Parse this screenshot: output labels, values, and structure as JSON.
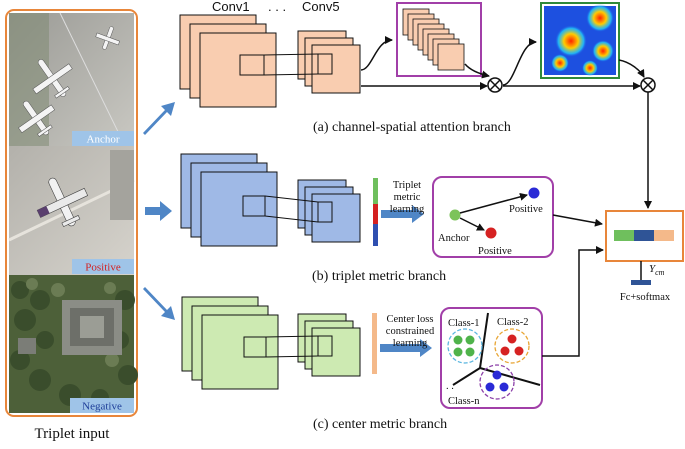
{
  "input_panel": {
    "caption": "Triplet input",
    "labels": {
      "anchor": "Anchor",
      "positive": "Positive",
      "negative": "Negative"
    }
  },
  "conv_labels": {
    "first": "Conv1",
    "dots": ". . .",
    "last": "Conv5"
  },
  "branch_a": {
    "caption": "(a)  channel-spatial attention branch"
  },
  "branch_b": {
    "caption": "(b) triplet metric  branch",
    "learning_label": [
      "Triplet",
      "metric",
      "learning"
    ],
    "embedding": {
      "anchor": "Anchor",
      "positive_top": "Positive",
      "positive_bottom": "Positive"
    }
  },
  "branch_c": {
    "caption": "(c)  center metric  branch",
    "learning_label": [
      "Center loss",
      "constrained",
      "learning"
    ],
    "classes": {
      "class1": "Class-1",
      "class2": "Class-2",
      "classn": "Class-n",
      "dots": ". ."
    }
  },
  "output": {
    "ycm_label": "Y",
    "ycm_sub": "cm",
    "fc_label": "Fc+softmax"
  },
  "colors": {
    "orange_border": "#e8863a",
    "purple_border": "#a13fa8",
    "green_border": "#2f8a3a",
    "conv_a": "#f9cdb0",
    "conv_b": "#9fb9e6",
    "conv_c": "#cdeab2",
    "arrow_blue": "#4f86c6",
    "vec_a": "#f4b98a",
    "vec_b": "#2f5496",
    "vec_c": "#6fbf5d"
  }
}
